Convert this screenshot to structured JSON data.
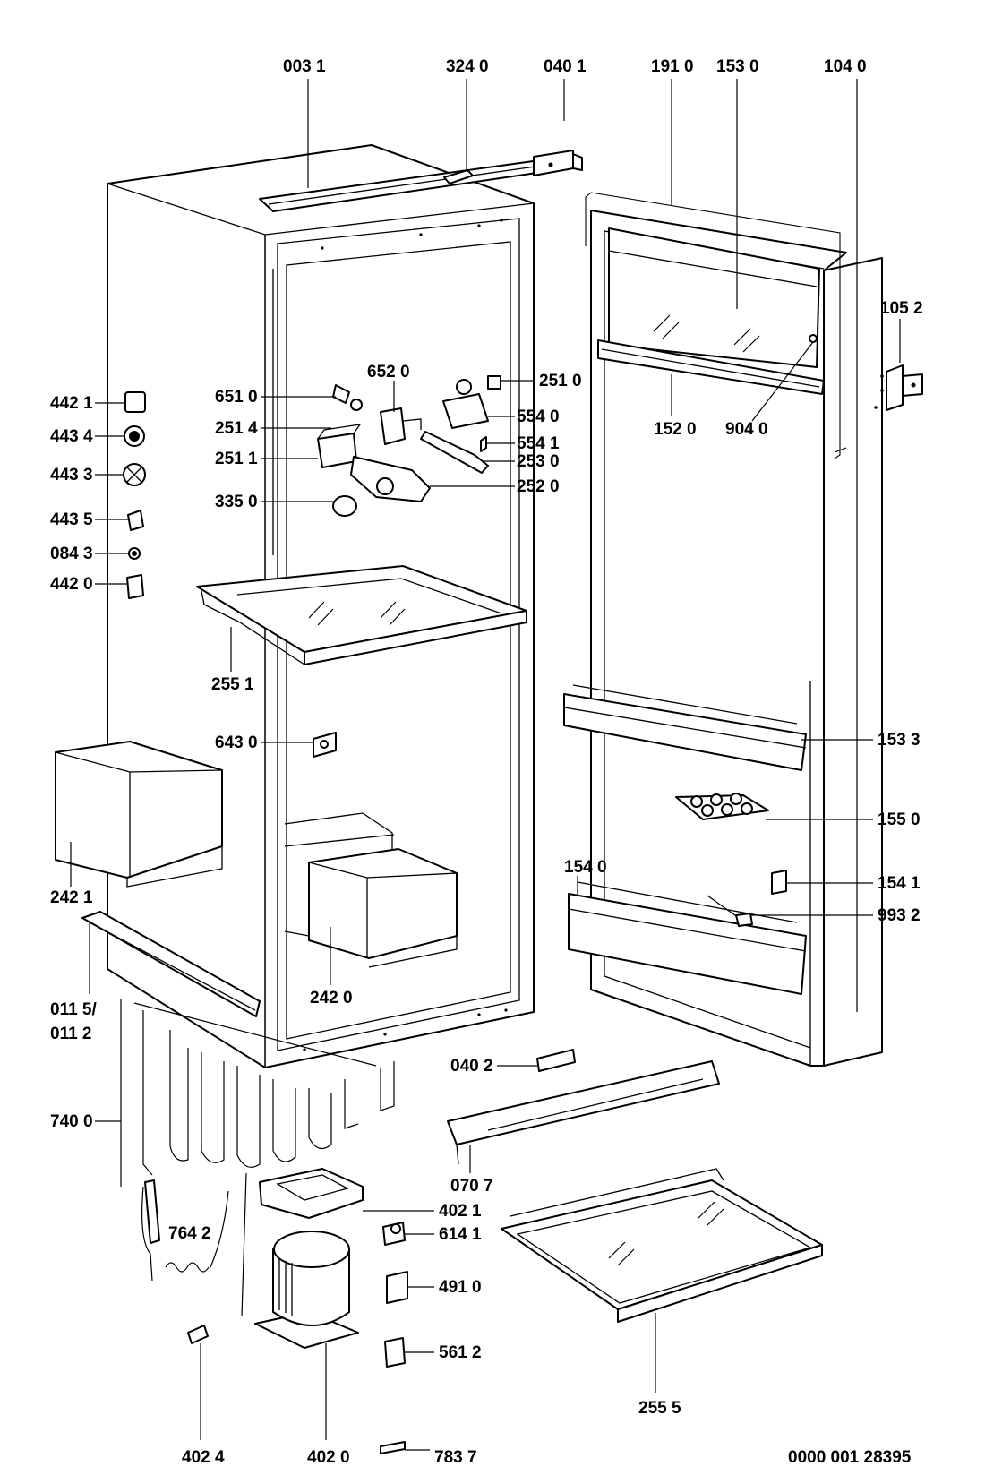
{
  "labels": {
    "l0031": "003 1",
    "l3240": "324 0",
    "l0401": "040 1",
    "l1910": "191 0",
    "l1530": "153 0",
    "l1040": "104 0",
    "l1052": "105 2",
    "l4421": "442 1",
    "l4434": "443 4",
    "l4433": "443 3",
    "l4435": "443 5",
    "l0843": "084 3",
    "l4420": "442 0",
    "l6510": "651 0",
    "l6520": "652 0",
    "l2514": "251 4",
    "l2511": "251 1",
    "l3350": "335 0",
    "l2510": "251 0",
    "l5540": "554 0",
    "l5541": "554 1",
    "l2530": "253 0",
    "l2520": "252 0",
    "l1520": "152 0",
    "l9040": "904 0",
    "l2551": "255 1",
    "l6430": "643 0",
    "l1533": "153 3",
    "l1550": "155 0",
    "l2421": "242 1",
    "l1540": "154 0",
    "l1541": "154 1",
    "l9932": "993 2",
    "l2420": "242 0",
    "l0115": "011 5/",
    "l0112": "011 2",
    "l0402": "040 2",
    "l7400": "740 0",
    "l0707": "070 7",
    "l4021": "402 1",
    "l7642": "764 2",
    "l6141": "614 1",
    "l4910": "491 0",
    "l5612": "561 2",
    "l2555": "255 5",
    "l4024": "402 4",
    "l4020": "402 0",
    "l7837": "783 7",
    "docnum": "0000 001 28395"
  }
}
